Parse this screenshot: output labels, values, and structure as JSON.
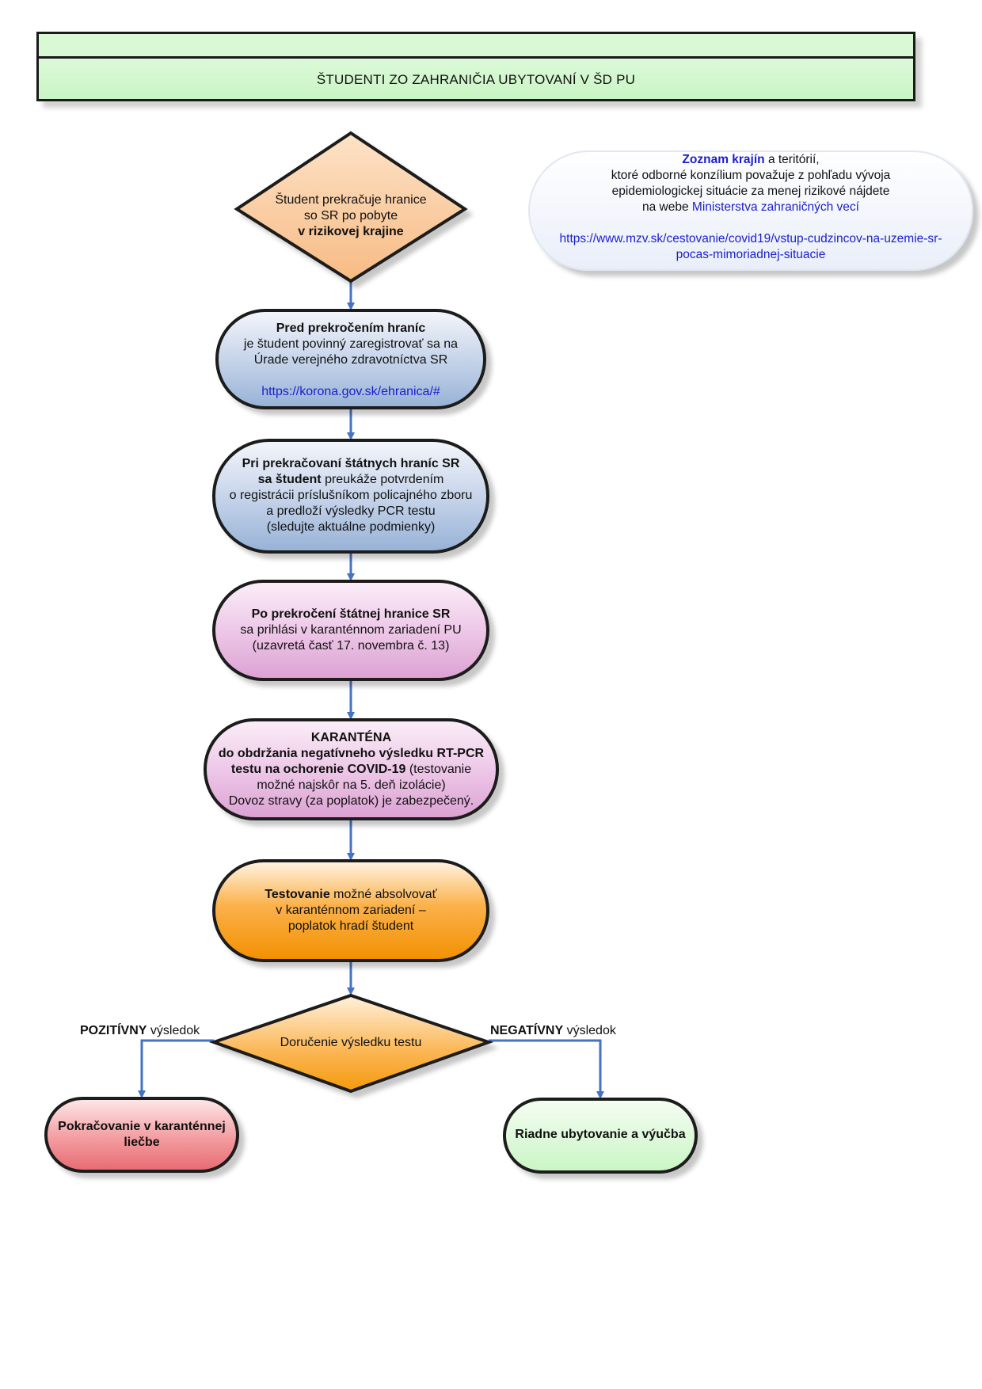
{
  "header": {
    "title": "ŠTUDENTI ZO ZAHRANIČIA UBYTOVANÍ V ŠD PU"
  },
  "info_box": {
    "lead_bold": "Zoznam krajín",
    "lead_rest": " a teritórií,",
    "line2": "ktoré odborné konzílium považuje z pohľadu vývoja",
    "line3": "epidemiologickej situácie za menej rizikové nájdete",
    "line4_prefix": "na webe ",
    "line4_link": "Ministerstva zahraničných vecí",
    "url_line1": "https://www.mzv.sk/cestovanie/covid19/vstup-cudzincov-na-uzemie-sr-",
    "url_line2": "pocas-mimoriadnej-situacie"
  },
  "steps": {
    "start": {
      "l1": "Študent prekračuje hranice",
      "l2": "so SR po pobyte",
      "l3": "v rizikovej krajine"
    },
    "register": {
      "title": "Pred prekročením hraníc",
      "l2": "je študent povinný zaregistrovať sa na",
      "l3": "Úrade verejného zdravotníctva SR",
      "url": "https://korona.gov.sk/ehranica/#"
    },
    "border": {
      "l1": "Pri prekračovaní štátnych hraníc SR",
      "l2_bold": "sa študent",
      "l2_rest": " preukáže potvrdením",
      "l3": "o registrácii príslušníkom policajného zboru",
      "l4": "a predloží výsledky PCR testu",
      "l5": "(sledujte aktuálne podmienky)"
    },
    "report": {
      "title": "Po prekročení štátnej hranice SR",
      "l2": "sa prihlási v karanténnom zariadení PU",
      "l3": "(uzavretá časť 17. novembra č. 13)"
    },
    "quarantine": {
      "title": "KARANTÉNA",
      "l2": "do obdržania negatívneho výsledku RT-PCR",
      "l3_bold": "testu na ochorenie COVID-19",
      "l3_rest": " (testovanie",
      "l4": "možné najskôr na 5. deň izolácie)",
      "l5": "Dovoz stravy (za poplatok) je zabezpečený."
    },
    "testing": {
      "l1_bold": "Testovanie",
      "l1_rest": " možné absolvovať",
      "l2": "v karanténnom zariadení –",
      "l3": "poplatok hradí študent"
    },
    "decision": {
      "label": "Doručenie výsledku testu"
    },
    "positive": {
      "branch_bold": "POZITÍVNY",
      "branch_rest": " výsledok",
      "outcome_l1": "Pokračovanie v karanténnej",
      "outcome_l2": "liečbe"
    },
    "negative": {
      "branch_bold": "NEGATÍVNY",
      "branch_rest": " výsledok",
      "outcome": "Riadne ubytovanie a výučba"
    }
  },
  "colors": {
    "header_fill": "#c9f5c4",
    "diamond_top": "#f9c89b",
    "blue_node": "#a9bfdc",
    "pink_node": "#e4b0dc",
    "orange_node": "#f59a0c",
    "red_node": "#ec7b7f",
    "green_node": "#c9f5c4",
    "arrow": "#4472c4",
    "link": "#1a1fcc"
  }
}
